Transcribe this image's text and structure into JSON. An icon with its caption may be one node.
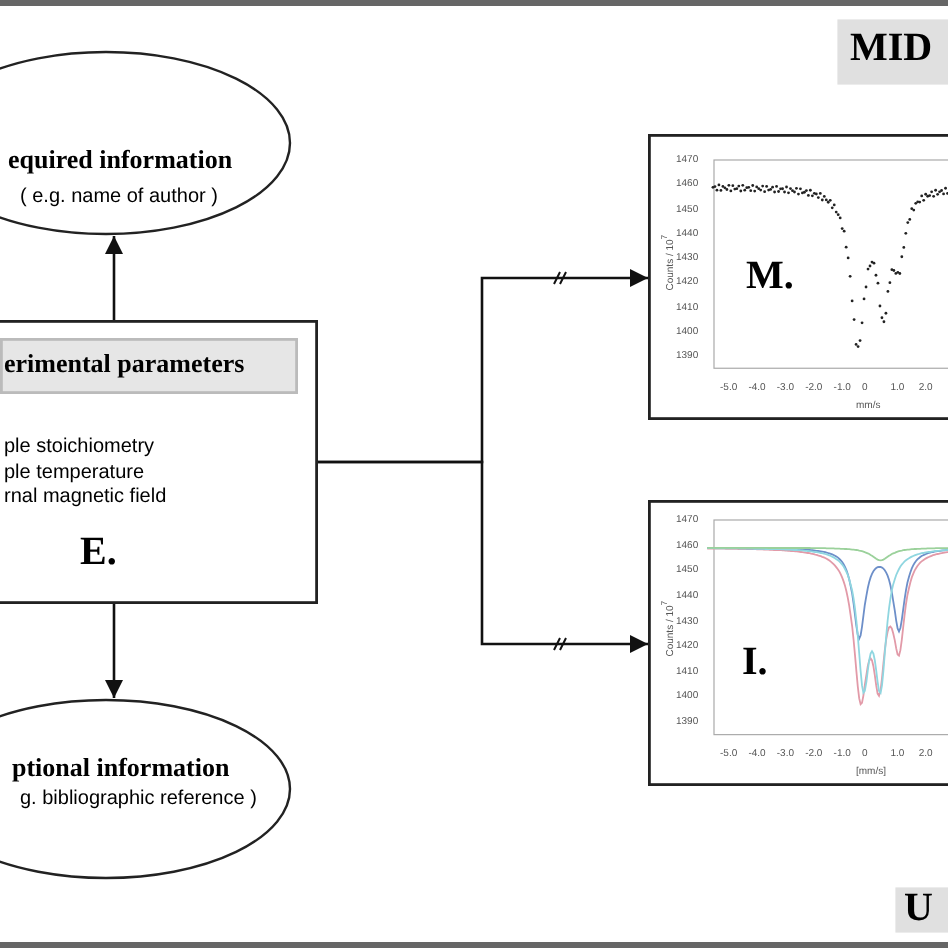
{
  "diagram": {
    "nodes": [
      {
        "text": [
          "equired information",
          "( e.g. name of author )"
        ]
      },
      {
        "text": [
          "ple stoichiometry",
          "ple temperature",
          "rnal magnetic field",
          "E."
        ]
      },
      {
        "text": [
          "erimental parameters"
        ],
        "in": 1
      },
      {
        "text": [
          "ptional information",
          "g. bibliographic reference )"
        ]
      },
      {
        "text": [
          "MID"
        ]
      },
      {
        "text": [
          "M."
        ]
      },
      {
        "text": [
          "I."
        ]
      },
      {
        "text": [
          "U"
        ]
      }
    ],
    "edges": [
      {
        "from": 1,
        "to": 0,
        "arrow": "to"
      },
      {
        "from": 1,
        "to": 3,
        "arrow": "to"
      },
      {
        "from": 1,
        "to": 5,
        "arrow": "to"
      },
      {
        "from": 1,
        "to": 6,
        "arrow": "to"
      }
    ],
    "labels": [
      "1470",
      "1460",
      "1450",
      "1440",
      "1430",
      "1420",
      "1410",
      "1400",
      "1390",
      "Counts / 10$^{7}$",
      "-5.0",
      "-4.0",
      "-3.0",
      "-2.0",
      "-1.0",
      "0",
      "1.0",
      "2.0",
      "mm/s",
      "1470",
      "1460",
      "1450",
      "1440",
      "1430",
      "1420",
      "1410",
      "1400",
      "1390",
      "Counts / 10$^{7}$",
      "-5.0",
      "-4.0",
      "-3.0",
      "-2.0",
      "-1.0",
      "0",
      "1.0",
      "2.0",
      "[mm/s]"
    ]
  }
}
